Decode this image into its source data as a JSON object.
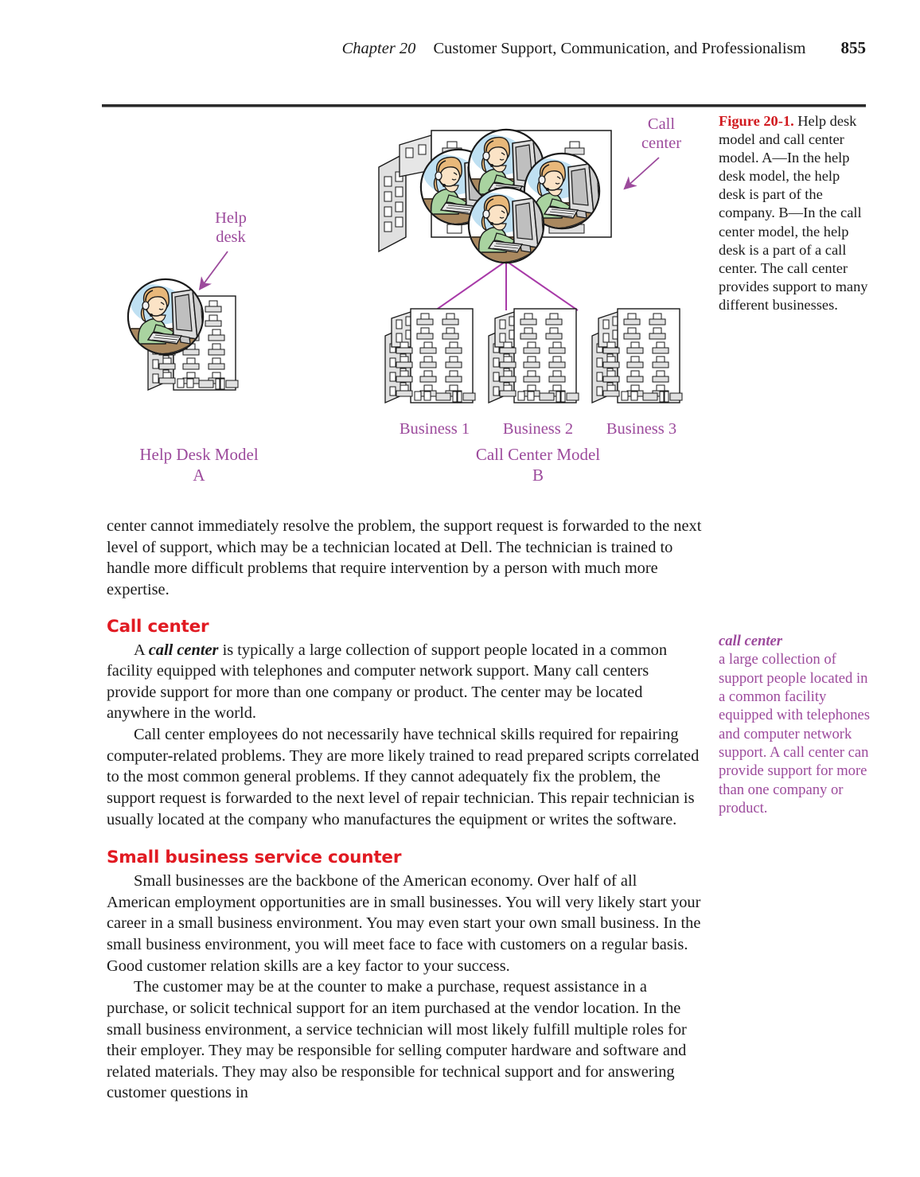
{
  "running_head": {
    "chapter": "Chapter 20",
    "title": "Customer Support, Communication, and Professionalism",
    "page_number": "855"
  },
  "figure": {
    "caption_number": "Figure 20-1.",
    "caption_text": "Help desk model and call center model. A—In the help desk model, the help desk is part of the company. B—In the call center model, the help desk is a part of a call center. The call center provides support to many different businesses.",
    "labels": {
      "help_desk": "Help\ndesk",
      "help_desk_line1": "Help",
      "help_desk_line2": "desk",
      "call_center_line1": "Call",
      "call_center_line2": "center",
      "model_a_title": "Help Desk Model",
      "model_a_letter": "A",
      "model_b_title": "Call Center Model",
      "model_b_letter": "B",
      "business_1": "Business 1",
      "business_2": "Business 2",
      "business_3": "Business 3"
    },
    "colors": {
      "label_purple": "#9c4a9c",
      "connector_purple": "#a83aa8",
      "heading_red": "#e11a22",
      "shirt_green": "#a9d3a0",
      "hair_tan": "#e8b87a",
      "sky_blue": "#bfe0f2",
      "desk_brown": "#a9885f",
      "building_grey": "#e3e3e3"
    }
  },
  "body": {
    "paragraph_1": "center cannot immediately resolve the problem, the support request is forwarded to the next level of support, which may be a technician located at Dell. The technician is trained to handle more difficult problems that require intervention by a person with much more expertise.",
    "heading_1": "Call center",
    "paragraph_2_pre": "A ",
    "paragraph_2_italic": "call center",
    "paragraph_2_post": " is typically a large collection of support people located in a common facility equipped with telephones and computer network support. Many call centers provide support for more than one company or product. The center may be located anywhere in the world.",
    "paragraph_3": "Call center employees do not necessarily have technical skills required for repairing computer-related problems. They are more likely trained to read prepared scripts correlated to the most common general problems. If they cannot adequately fix the problem, the support request is forwarded to the next level of repair technician. This repair technician is usually located at the company who manufactures the equipment or writes the software.",
    "heading_2": "Small business service counter",
    "paragraph_4": "Small businesses are the backbone of the American economy. Over half of all American employment opportunities are in small businesses. You will very likely start your career in a small business environment. You may even start your own small business. In the small business environment, you will meet face to face with customers on a regular basis. Good customer relation skills are a key factor to your success.",
    "paragraph_5": "The customer may be at the counter to make a purchase, request assistance in a purchase, or solicit technical support for an item purchased at the vendor location. In the small business environment, a service technician will most likely fulfill multiple roles for their employer. They may be responsible for selling computer hardware and software and related materials. They may also be responsible for technical support and for answering customer questions in"
  },
  "glossary": {
    "term": "call center",
    "definition": "a large collection of support people located in a common facility equipped with telephones and computer network support. A call center can provide support for more than one company or product."
  }
}
